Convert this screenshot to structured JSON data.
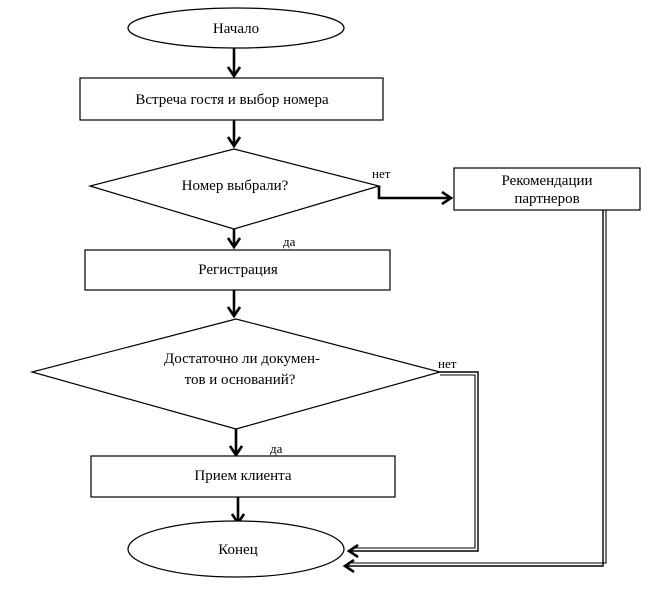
{
  "diagram": {
    "nodes": {
      "start": {
        "label": "Начало"
      },
      "meet_guest": {
        "label": "Встреча гостя и выбор номера"
      },
      "room_chosen": {
        "label": "Номер выбрали?"
      },
      "partner_recs": {
        "line1": "Рекомендации",
        "line2": "партнеров"
      },
      "registration": {
        "label": "Регистрация"
      },
      "documents_check": {
        "line1": "Достаточно ли докумен-",
        "line2": "тов и оснований?"
      },
      "accept_client": {
        "label": "Прием клиента"
      },
      "end": {
        "label": "Конец"
      }
    },
    "edges": {
      "room_chosen_no": "нет",
      "room_chosen_yes": "да",
      "documents_no": "нет",
      "documents_yes": "да"
    }
  }
}
